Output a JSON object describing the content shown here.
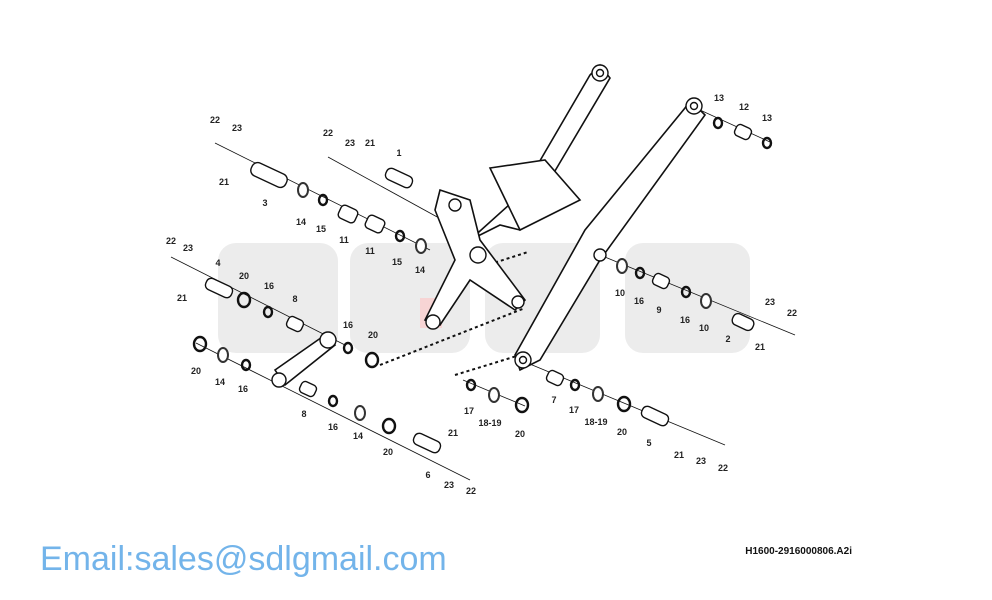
{
  "diagram": {
    "title_code": "H1600-2916000806.A2i",
    "watermark": "Email:sales@sdlgmail.com",
    "background_logo": "SDLG",
    "colors": {
      "logo_gray": "#ececec",
      "logo_red": "#f7d4d4",
      "watermark_blue": "#5aa7e6"
    },
    "labels": [
      "22",
      "23",
      "21",
      "3",
      "14",
      "15",
      "11",
      "11",
      "15",
      "14",
      "22",
      "23",
      "21",
      "1",
      "22",
      "23",
      "4",
      "21",
      "20",
      "16",
      "8",
      "16",
      "20",
      "20",
      "14",
      "16",
      "8",
      "16",
      "14",
      "20",
      "21",
      "6",
      "23",
      "22",
      "17",
      "18-19",
      "20",
      "13",
      "12",
      "13",
      "10",
      "16",
      "9",
      "16",
      "10",
      "2",
      "23",
      "22",
      "21",
      "7",
      "17",
      "18-19",
      "20",
      "5",
      "21",
      "23",
      "22"
    ]
  }
}
